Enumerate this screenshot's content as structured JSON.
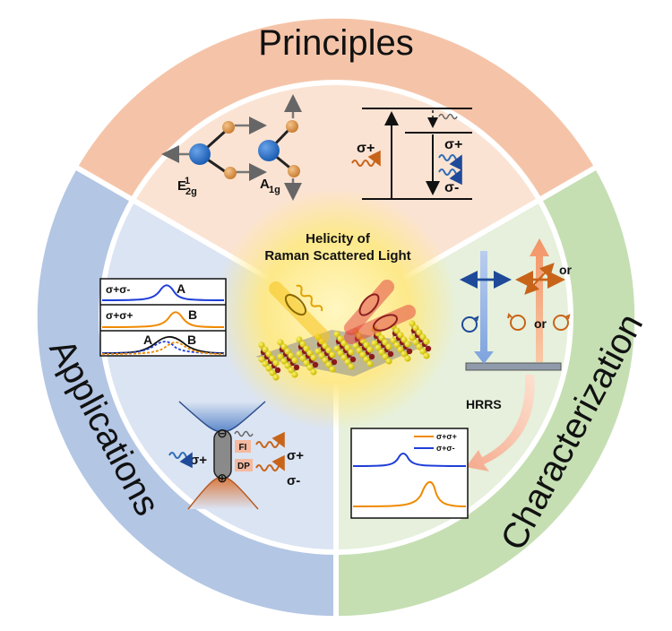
{
  "sections": {
    "principles": {
      "title": "Principles"
    },
    "applications": {
      "title": "Applications"
    },
    "characterization": {
      "title": "Characterization"
    }
  },
  "center": {
    "title_line1": "Helicity of",
    "title_line2": "Raman Scattered Light"
  },
  "principles_panel": {
    "mode1_main": "E",
    "mode1_sub": "2g",
    "mode1_sup": "1",
    "mode2_main": "A",
    "mode2_sub": "1g",
    "incident": "σ+",
    "out_same": "σ+",
    "out_opposite": "σ-"
  },
  "applications_panel": {
    "spectrum1_label": "σ+σ-",
    "spectrum1_peak": "A",
    "spectrum2_label": "σ+σ+",
    "spectrum2_peak": "B",
    "spectrum3_peak_a": "A",
    "spectrum3_peak_b": "B",
    "band_incident": "σ+",
    "band_out_plus": "σ+",
    "band_out_minus": "σ-",
    "tag_fi": "FI",
    "tag_dp": "DP",
    "charge_minus": "⊖",
    "charge_plus": "⊕"
  },
  "characterization_panel": {
    "or_label_1": "or",
    "or_label_2": "or",
    "hrrs_label": "HRRS",
    "legend_same": "σ+σ+",
    "legend_opp": "σ+σ-"
  },
  "colors": {
    "principles_outer": "#f5c4a8",
    "principles_inner": "#fbe3d3",
    "applications_outer": "#b3c6e4",
    "applications_inner": "#dbe4f3",
    "characterization_outer": "#c5dfb3",
    "characterization_inner": "#e6f0dc",
    "blue_line": "#1f3fd8",
    "orange_line": "#f08a00",
    "orange_wave": "#c8641a",
    "blue_wave": "#2e6db4"
  }
}
